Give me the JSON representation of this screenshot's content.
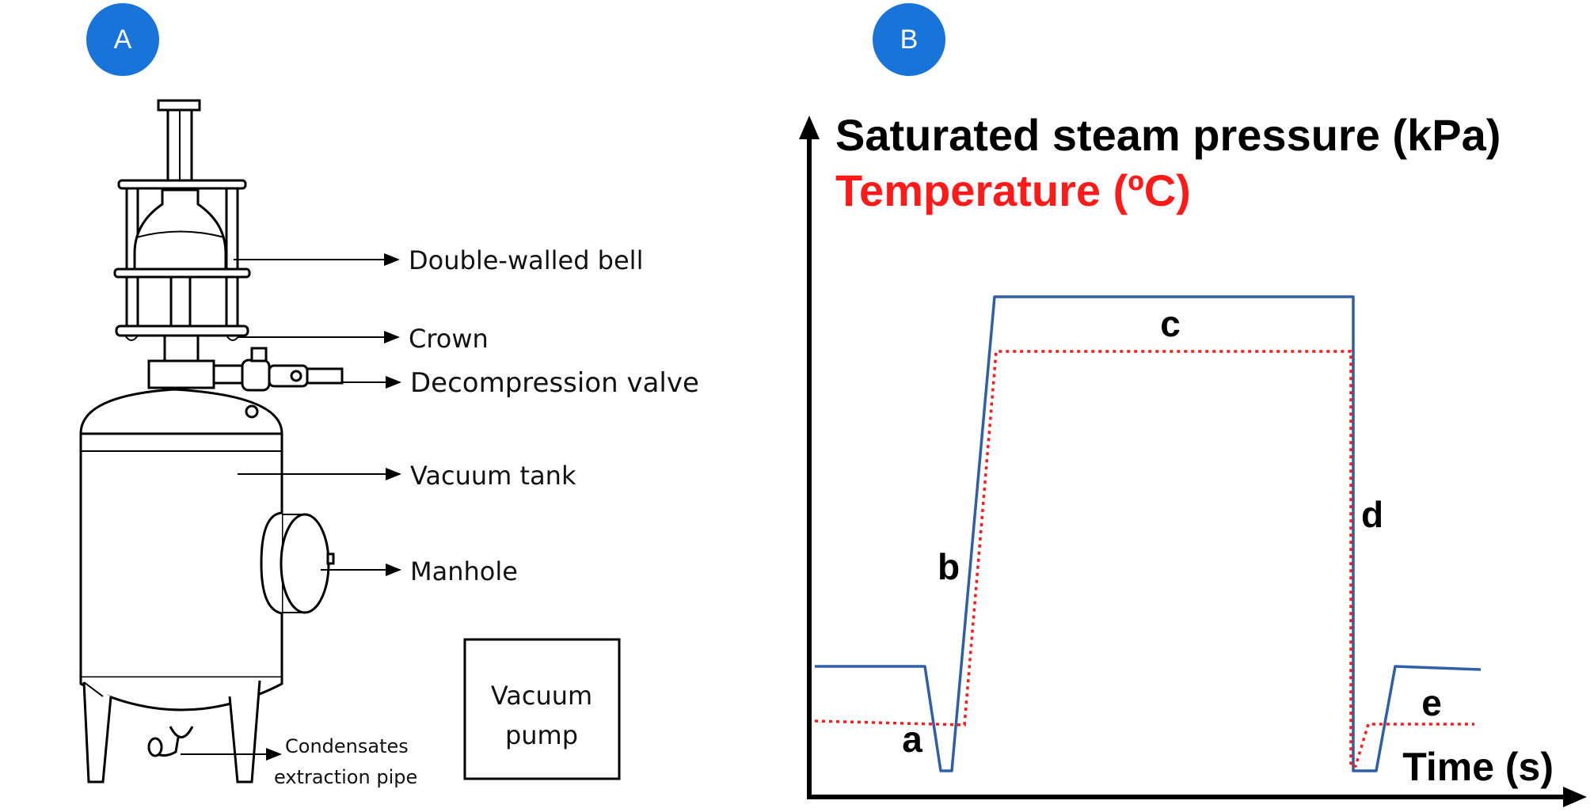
{
  "panel_a": {
    "badge": "A",
    "labels": {
      "bell": "Double-walled bell",
      "crown": "Crown",
      "valve": "Decompression valve",
      "tank": "Vacuum tank",
      "manhole": "Manhole",
      "condensates_line1": "Condensates",
      "condensates_line2": "extraction pipe"
    },
    "pump": {
      "line1": "Vacuum",
      "line2": "pump"
    }
  },
  "panel_b": {
    "badge": "B",
    "y_title_1": "Saturated steam pressure (kPa)",
    "y_title_2": "Temperature (ºC)",
    "x_title": "Time (s)",
    "phase_labels": [
      "a",
      "b",
      "c",
      "d",
      "e"
    ],
    "colors": {
      "pressure": "#2f5fa7",
      "temperature": "#ff1a1a",
      "axis": "#000000"
    }
  }
}
